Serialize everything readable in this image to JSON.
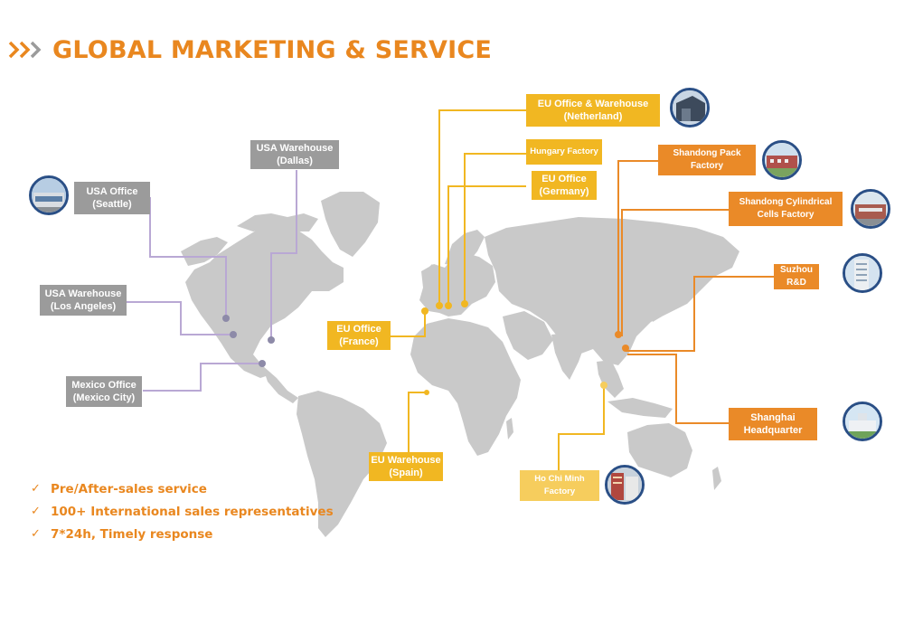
{
  "header": {
    "title": "GLOBAL MARKETING & SERVICE"
  },
  "colors": {
    "accent": "#e9871f",
    "gray_box": "#9b9b9b",
    "yellow_box": "#f1b722",
    "orange_box": "#ea8a28",
    "map": "#c9c9c9",
    "ring": "#2a4f86"
  },
  "locations": {
    "usa_warehouse_dallas": {
      "line1": "USA Warehouse",
      "line2": "(Dallas)"
    },
    "usa_office_seattle": {
      "line1": "USA Office",
      "line2": "(Seattle)"
    },
    "usa_warehouse_la": {
      "line1": "USA Warehouse",
      "line2": "(Los Angeles)"
    },
    "mexico_office": {
      "line1": "Mexico Office",
      "line2": "(Mexico City)"
    },
    "eu_office_netherland": {
      "line1": "EU Office & Warehouse",
      "line2": "(Netherland)"
    },
    "hungary_factory": {
      "line1": "Hungary Factory"
    },
    "eu_office_germany": {
      "line1": "EU Office",
      "line2": "(Germany)"
    },
    "eu_office_france": {
      "line1": "EU Office",
      "line2": "(France)"
    },
    "eu_warehouse_spain": {
      "line1": "EU Warehouse",
      "line2": "(Spain)"
    },
    "ho_chi_minh_factory": {
      "line1": "Ho Chi Minh",
      "line2": "Factory"
    },
    "shandong_pack": {
      "line1": "Shandong Pack",
      "line2": "Factory"
    },
    "shandong_cylindrical": {
      "line1": "Shandong Cylindrical",
      "line2": "Cells Factory"
    },
    "suzhou_rd": {
      "line1": "Suzhou",
      "line2": "R&D"
    },
    "shanghai_hq": {
      "line1": "Shanghai",
      "line2": "Headquarter"
    }
  },
  "bullets": [
    {
      "check": "✓",
      "text": "Pre/After-sales service"
    },
    {
      "check": "✓",
      "text": "100+ International sales representatives"
    },
    {
      "check": "✓",
      "text": "7*24h, Timely response"
    }
  ],
  "icons": [
    "chevron-right-icon",
    "check-icon",
    "location-dot-icon"
  ]
}
